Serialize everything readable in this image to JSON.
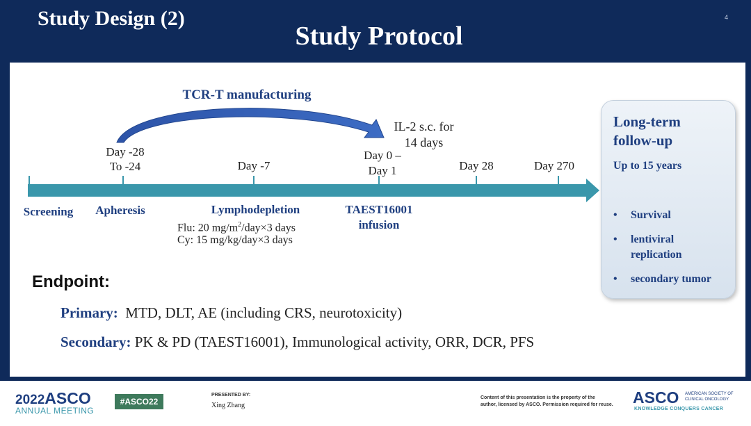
{
  "header": {
    "section_title": "Study Design (2)",
    "slide_number": "4",
    "main_title": "Study Protocol"
  },
  "timeline": {
    "manufacturing_label": "TCR-T manufacturing",
    "il2_line1": "IL-2 s.c. for",
    "il2_line2": "14 days",
    "days": {
      "apheresis_line1": "Day -28",
      "apheresis_line2": "To -24",
      "lympho": "Day -7",
      "infusion_line1": "Day 0 –",
      "infusion_line2": "Day 1",
      "day28": "Day 28",
      "day270": "Day 270"
    },
    "events": {
      "screening": "Screening",
      "apheresis": "Apheresis",
      "lympho": "Lymphodepletion",
      "flu_prefix": "Flu: 20 mg/m",
      "flu_sup": "2",
      "flu_suffix": "/day×3 days",
      "cy": "Cy: 15 mg/kg/day×3 days",
      "infusion_line1": "TAEST16001",
      "infusion_line2": "infusion"
    }
  },
  "followup": {
    "title_line1": "Long-term",
    "title_line2": "follow-up",
    "duration": "Up to 15 years",
    "bullet": "•",
    "items": [
      "Survival",
      "lentiviral",
      "replication",
      "secondary tumor"
    ]
  },
  "endpoint": {
    "heading": "Endpoint:",
    "primary_label": "Primary:",
    "primary_text": "MTD, DLT, AE (including CRS, neurotoxicity)",
    "secondary_label": "Secondary:",
    "secondary_text": "PK & PD (TAEST16001), Immunological activity, ORR, DCR, PFS"
  },
  "footer": {
    "meeting_year": "2022",
    "meeting_brand": "ASCO",
    "meeting_sub": "ANNUAL MEETING",
    "hashtag": "#ASCO22",
    "presented_by_label": "PRESENTED BY:",
    "presenter": "Xing Zhang",
    "disclaimer_line1": "Content of this presentation is the property of the",
    "disclaimer_line2": "author, licensed by ASCO. Permission required for reuse.",
    "asco_logo": "ASCO",
    "asco_society_line1": "AMERICAN SOCIETY OF",
    "asco_society_line2": "CLINICAL ONCOLOGY",
    "tagline": "KNOWLEDGE CONQUERS CANCER"
  },
  "colors": {
    "header_bg": "#0f2a5a",
    "timeline": "#3a97ab",
    "text_blue": "#1f3f80",
    "hashtag_bg": "#3e7a5c"
  }
}
